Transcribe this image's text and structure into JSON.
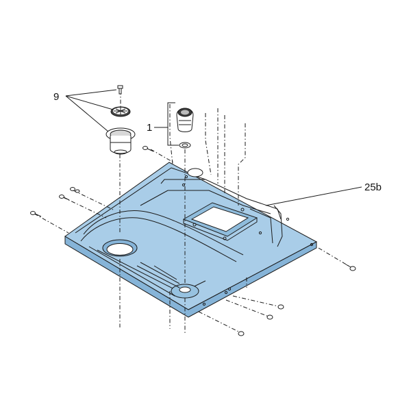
{
  "labels": {
    "part_9": "9",
    "part_1": "1",
    "part_25b": "25b"
  },
  "colors": {
    "tray_fill": "#a9cde8",
    "tray_dark": "#86b4d8",
    "line": "#1a1a1a",
    "background": "#ffffff"
  }
}
